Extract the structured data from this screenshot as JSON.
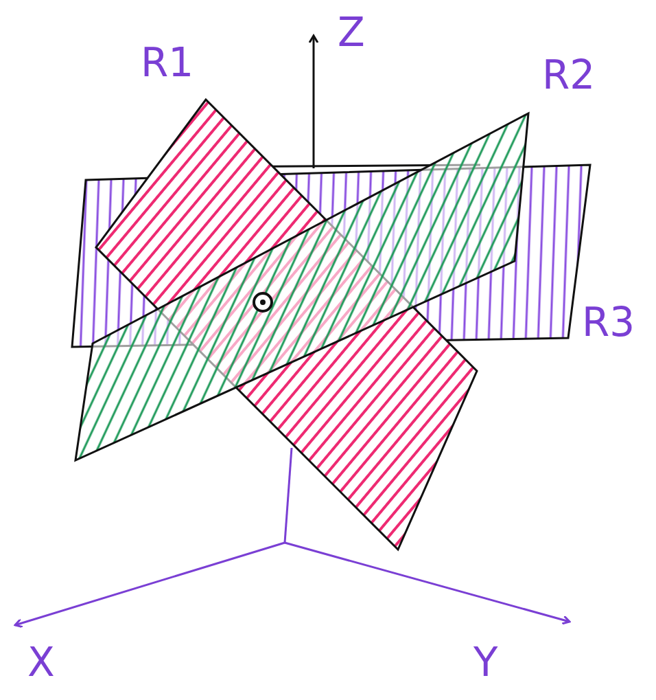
{
  "diagram": {
    "labels": [
      "Z",
      "R1",
      "R2",
      "R3",
      "X",
      "Y"
    ]
  }
}
